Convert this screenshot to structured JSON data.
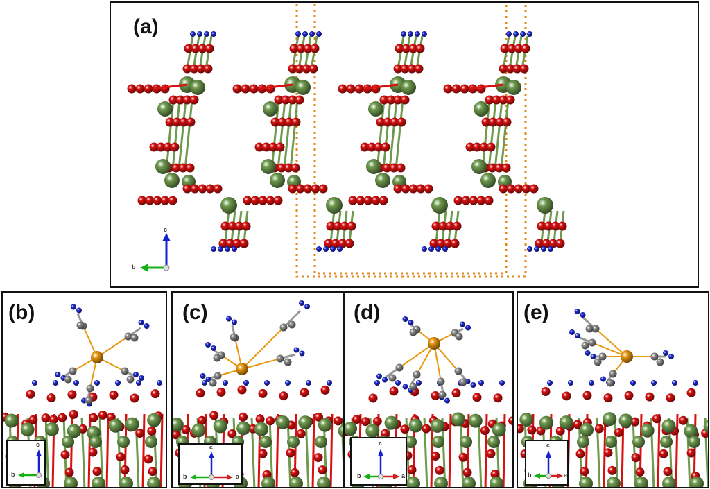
{
  "panels": [
    {
      "id": "a",
      "label": "(a)",
      "axes": {
        "up": "c",
        "left": "b"
      }
    },
    {
      "id": "b",
      "label": "(b)",
      "axes": {
        "up": "c",
        "left": "b"
      }
    },
    {
      "id": "c",
      "label": "(c)",
      "axes": {
        "up": "c",
        "left": "b",
        "right": "a"
      }
    },
    {
      "id": "d",
      "label": "(d)",
      "axes": {
        "up": "c",
        "left": "b",
        "right": "a"
      }
    },
    {
      "id": "e",
      "label": "(e)",
      "axes": {
        "up": "c",
        "left": "b",
        "right": "a"
      }
    }
  ],
  "colors": {
    "oxygen": "#d81010",
    "metal": "#6e9a4e",
    "nitrogen": "#1c2ad0",
    "carbon": "#8a8a8a",
    "center": "#e8960e",
    "cell": "#e08a1a",
    "axis_c": "#1520d0",
    "axis_b": "#16b016",
    "axis_a": "#d02020"
  }
}
